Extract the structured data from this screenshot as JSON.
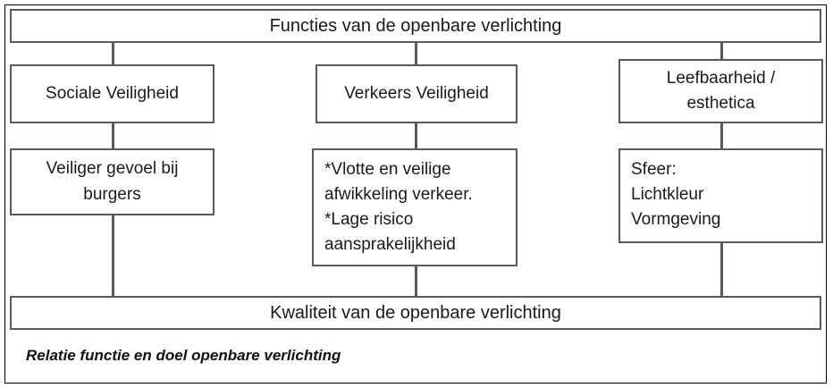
{
  "figure": {
    "title_banner": "Functies van de openbare verlichting",
    "bottom_banner": "Kwaliteit van de openbare verlichting",
    "caption": "Relatie functie en doel openbare verlichting"
  },
  "diagram": {
    "type": "hierarchy-flowchart",
    "colors": {
      "box_border": "#595959",
      "frame_border": "#000000",
      "connector": "#595959",
      "text": "#1a1a1a",
      "background": "#ffffff"
    },
    "columns": [
      {
        "id": "sociale-veiligheid",
        "function_label": "Sociale Veiligheid",
        "detail_label": "Veiliger gevoel bij burgers",
        "detail_lines": [
          "Veiliger gevoel bij",
          "burgers"
        ],
        "detail_align": "center"
      },
      {
        "id": "verkeers-veiligheid",
        "function_label": "Verkeers Veiligheid",
        "detail_label": "*Vlotte en veilige afwikkeling verkeer. *Lage risico aansprakelijkheid",
        "detail_lines": [
          "*Vlotte en veilige",
          "afwikkeling verkeer.",
          "*Lage risico",
          "aansprakelijkheid"
        ],
        "detail_align": "left"
      },
      {
        "id": "leefbaarheid-esthetica",
        "function_label": "Leefbaarheid / esthetica",
        "function_lines": [
          "Leefbaarheid /",
          "esthetica"
        ],
        "detail_label": "Sfeer: Lichtkleur Vormgeving",
        "detail_lines": [
          "Sfeer:",
          "Lichtkleur",
          "Vormgeving"
        ],
        "detail_align": "left"
      }
    ]
  },
  "nodes": {
    "col1_function": "Sociale Veiligheid",
    "col1_detail": "Veiliger gevoel bij\nburgers",
    "col2_function": "Verkeers Veiligheid",
    "col2_detail": "*Vlotte en veilige\nafwikkeling verkeer.\n*Lage risico\naansprakelijkheid",
    "col3_function": "Leefbaarheid /\nesthetica",
    "col3_detail": "Sfeer:\nLichtkleur\nVormgeving"
  }
}
